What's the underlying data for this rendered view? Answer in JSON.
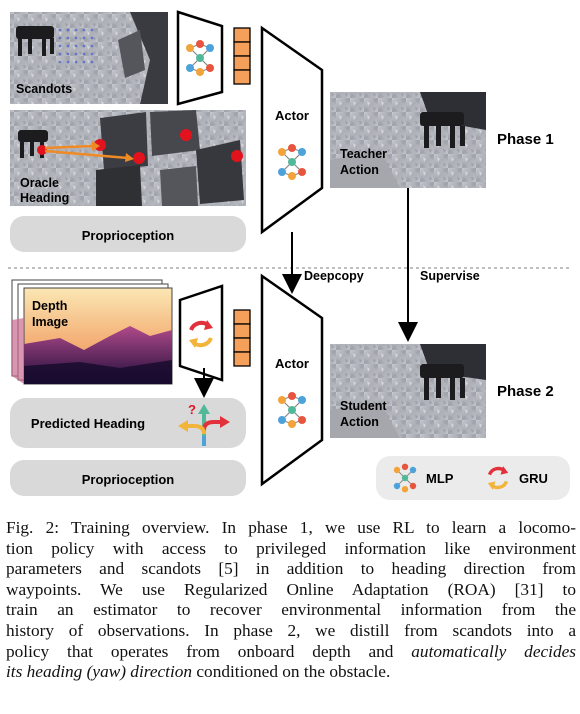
{
  "diagram": {
    "inputs": {
      "scandots": "Scandots",
      "oracle_heading": "Oracle\nHeading",
      "proprioception_top": "Proprioception",
      "depth_image": "Depth\nImage",
      "predicted_heading": "Predicted Heading",
      "proprioception_bottom": "Proprioception"
    },
    "actor_top": "Actor",
    "actor_bottom": "Actor",
    "teacher_action": "Teacher\nAction",
    "student_action": "Student\nAction",
    "phase1": "Phase 1",
    "phase2": "Phase 2",
    "deepcopy": "Deepcopy",
    "supervise": "Supervise",
    "question_mark": "?",
    "legend": {
      "mlp": "MLP",
      "gru": "GRU"
    },
    "colors": {
      "orange_cell": "#f5a05a",
      "gray_pill": "#d9d9d9",
      "heading_red": "#e2313a",
      "arrow_orange": "#f08a24",
      "node_red": "#e8553f",
      "node_blue": "#4da3d9",
      "node_teal": "#52b89a",
      "node_orange": "#f2a43a"
    }
  },
  "caption": {
    "lines": [
      "Fig. 2: Training overview. In phase 1, we use RL to learn a locomo-",
      "tion policy with access to privileged information like environment",
      "parameters and scandots [5] in addition to heading direction from",
      "waypoints. We use Regularized Online Adaptation (ROA) [31] to",
      "train an estimator to recover environmental information from the",
      "history of observations. In phase 2, we distill from scandots into a",
      "policy that operates from onboard depth and "
    ],
    "italic_part_1": "automatically decides",
    "italic_part_2": "its heading (yaw) direction",
    "last_tail": " conditioned on the obstacle."
  }
}
